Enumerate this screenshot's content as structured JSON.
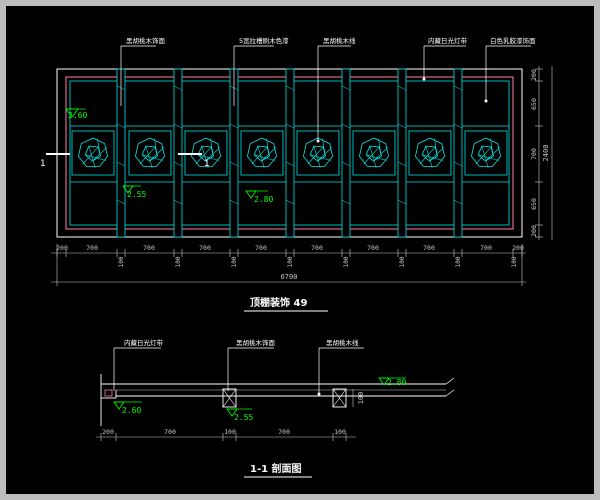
{
  "drawing": {
    "colors": {
      "background": "#000000",
      "outline": "#ffffff",
      "frame": "#ff7fa0",
      "inner": "#00e5e5",
      "dim": "#c8c8c8",
      "yellow": "#ffff00",
      "green": "#00ff00",
      "blue_leader": "#3b6bff"
    },
    "plan": {
      "title": "顶棚装饰 49",
      "callouts": [
        "黑胡桃木饰面",
        "5宽拉槽刷木色漆",
        "黑胡桃木线",
        "内藏日光灯带",
        "白色乳胶漆饰面"
      ],
      "levels": [
        "2.60",
        "2.55",
        "2.80"
      ],
      "section_mark": "1",
      "bottom_dims": [
        "200",
        "700",
        "700",
        "700",
        "700",
        "700",
        "700",
        "700",
        "700",
        "200"
      ],
      "beam_dims": [
        "100",
        "100",
        "100",
        "100",
        "100",
        "100",
        "100",
        "100"
      ],
      "total_width": "6700",
      "right_dims": [
        "200",
        "650",
        "700",
        "650",
        "200"
      ],
      "total_height": "2400"
    },
    "section": {
      "title": "1-1 剖面图",
      "callouts": [
        "内藏日光灯带",
        "黑胡桃木饰面",
        "黑胡桃木线"
      ],
      "levels": [
        "2.60",
        "2.55",
        "2.80"
      ],
      "vertical_dim": "100",
      "bottom_dims": [
        "200",
        "700",
        "100",
        "700",
        "100"
      ]
    }
  }
}
